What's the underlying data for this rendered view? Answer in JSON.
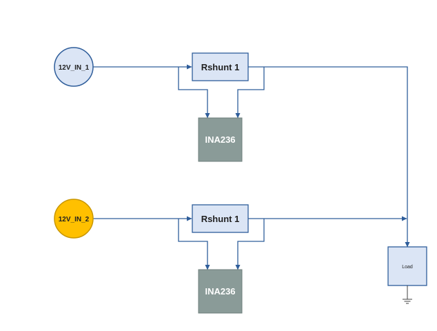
{
  "sources": [
    {
      "label": "12V_IN_1",
      "fill": "#dbe5f5",
      "stroke": "#2e5d9a"
    },
    {
      "label": "12V_IN_2",
      "fill": "#ffc000",
      "stroke": "#c89600"
    }
  ],
  "shunts": [
    {
      "label": "Rshunt 1"
    },
    {
      "label": "Rshunt 1"
    }
  ],
  "sensors": [
    {
      "label": "INA236"
    },
    {
      "label": "INA236"
    }
  ],
  "load": {
    "label": "Load"
  },
  "colors": {
    "wire": "#2e5d9a",
    "shunt_fill": "#dbe5f5",
    "sensor_fill": "#8a9b98",
    "sensor_text": "#ffffff",
    "load_fill": "#dbe5f5"
  },
  "icons": {
    "ground": "ground-icon"
  }
}
